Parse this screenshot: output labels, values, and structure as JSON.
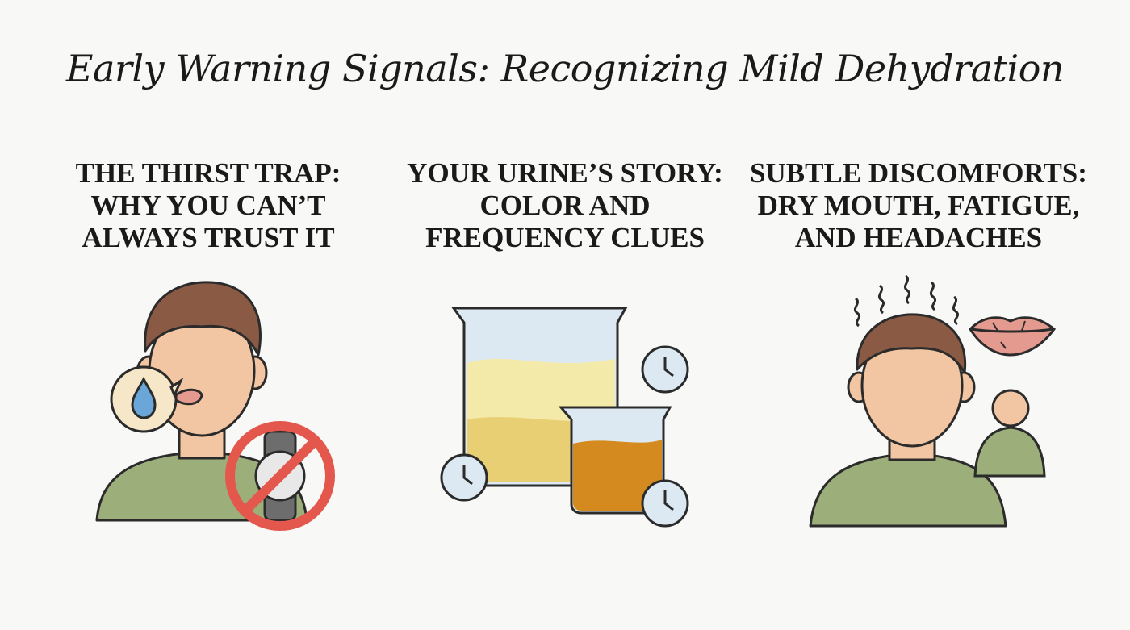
{
  "title": "Early Warning Signals: Recognizing Mild Dehydration",
  "sections": [
    {
      "lines": [
        "THE THIRST TRAP:",
        "WHY YOU CAN’T",
        "ALWAYS TRUST IT"
      ],
      "icons": [
        "person-icon",
        "water-drop-bubble-icon",
        "no-watch-icon"
      ]
    },
    {
      "lines": [
        "YOUR URINE’S STORY:",
        "COLOR AND",
        "FREQUENCY CLUES"
      ],
      "icons": [
        "beaker-pale-urine-icon",
        "beaker-dark-urine-icon",
        "clock-icon"
      ]
    },
    {
      "lines": [
        "SUBTLE DISCOMFORTS:",
        "DRY MOUTH, FATIGUE,",
        "AND HEADACHES"
      ],
      "icons": [
        "person-headache-icon",
        "dry-lips-icon",
        "tired-person-icon"
      ]
    }
  ],
  "colors": {
    "skin": "#f2c6a2",
    "hair": "#8a5a44",
    "shirt": "#9cae7a",
    "outline": "#2b2b2b",
    "prohibit": "#e4574d",
    "pale_urine": "#f3e9a8",
    "dark_urine": "#d48a1e",
    "lips": "#e59a90"
  }
}
